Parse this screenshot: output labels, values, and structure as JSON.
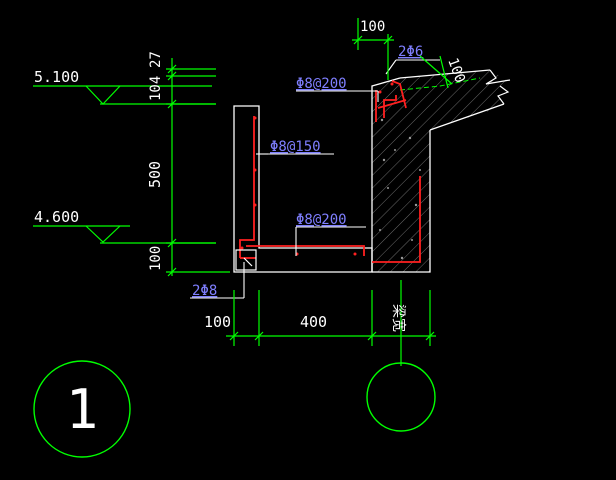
{
  "colors": {
    "background": "#000000",
    "green": "#00ff00",
    "white": "#ffffff",
    "red": "#ff2020",
    "blue": "#7f7fff",
    "hatch": "#9a9a9a"
  },
  "elevations": {
    "top": "5.100",
    "bottom": "4.600"
  },
  "vertical_dims": {
    "d27": "27",
    "d104": "104",
    "d500": "500",
    "d100": "100"
  },
  "top_dims": {
    "d100": "100",
    "d100_slope": "100"
  },
  "bottom_dims": {
    "d100": "100",
    "d400": "400",
    "beam_width": "梁宽"
  },
  "rebar_labels": {
    "top_2phi6": "2Φ6",
    "phi8_200_top": "Φ8@200",
    "phi8_150": "Φ8@150",
    "phi8_200_mid": "Φ8@200",
    "bottom_2phi8": "2Φ8"
  },
  "detail_number": "1"
}
